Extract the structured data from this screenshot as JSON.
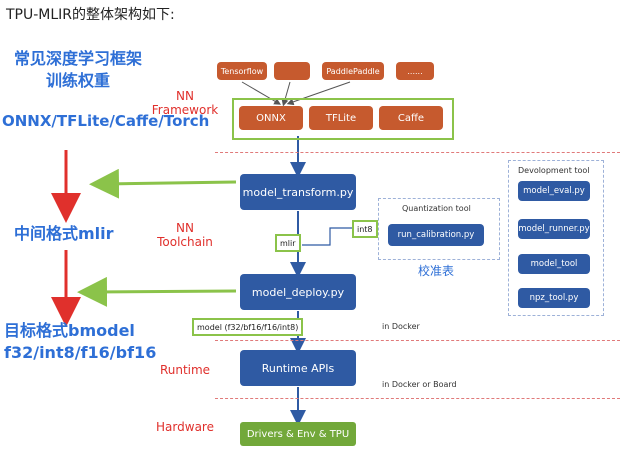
{
  "title": "TPU-MLIR的整体架构如下:",
  "left": {
    "heading_line1": "常见深度学习框架",
    "heading_line2": "训练权重",
    "formats": "ONNX/TFLite/Caffe/Torch",
    "mid_format": "中间格式mlir",
    "target_line1": "目标格式bmodel",
    "target_line2": "f32/int8/f16/bf16"
  },
  "sections": {
    "nn_framework_1": "NN",
    "nn_framework_2": "Framework",
    "nn_toolchain_1": "NN",
    "nn_toolchain_2": "Toolchain",
    "runtime": "Runtime",
    "hardware": "Hardware"
  },
  "frameworks": [
    "Tensorflow",
    "",
    "PaddlePaddle",
    "......"
  ],
  "converters": [
    "ONNX",
    "TFLite",
    "Caffe"
  ],
  "pipeline": {
    "model_transform": "model_transform.py",
    "mlir_tag": "mlir",
    "model_deploy": "model_deploy.py",
    "model_tag": "model (f32/bf16/f16/int8)",
    "runtime_apis": "Runtime APIs",
    "drivers": "Drivers & Env & TPU"
  },
  "quantization": {
    "title": "Quantization tool",
    "int8_tag": "int8",
    "run_calibration": "run_calibration.py",
    "calib_table": "校准表"
  },
  "dev_tools": {
    "title": "Devolopment tool",
    "items": [
      "model_eval.py",
      "model_runner.py",
      "model_tool",
      "npz_tool.py"
    ]
  },
  "notes": {
    "in_docker": "in Docker",
    "in_docker_or_board": "in Docker or Board"
  },
  "colors": {
    "orange": "#c65a2e",
    "blue": "#2f5aa3",
    "green": "#72a83a",
    "red": "#e0302c",
    "accent_blue": "#2e6fd6"
  }
}
